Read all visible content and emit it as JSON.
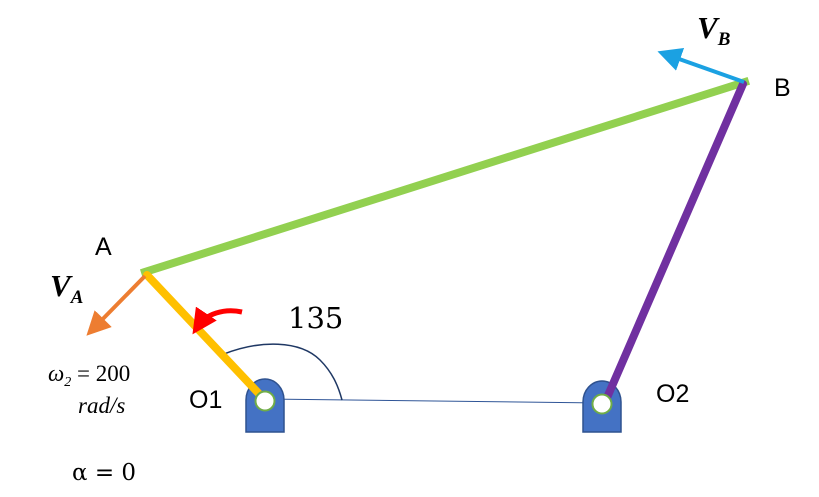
{
  "labels": {
    "point_a": "A",
    "point_b": "B",
    "pivot_o1": "O1",
    "pivot_o2": "O2",
    "angle": "135",
    "velocity_a": {
      "main": "V",
      "sub": "A"
    },
    "velocity_b": {
      "main": "V",
      "sub": "B"
    },
    "omega": {
      "symbol": "ω",
      "sub": "2",
      "rest": " = 200"
    },
    "omega_unit": "rad/s",
    "alpha": "α = 0"
  },
  "colors": {
    "coupler_link": "#92d050",
    "crank_link": "#ffc000",
    "rocker_link": "#7030a0",
    "velocity_a_arrow": "#ed7d31",
    "velocity_b_arrow": "#1ba1e2",
    "rotation_arrow": "#ff0000",
    "pivot_fill": "#4472c4",
    "pivot_stroke": "#2f528f",
    "pin_stroke": "#70ad47",
    "angle_arc": "#1f3864"
  }
}
